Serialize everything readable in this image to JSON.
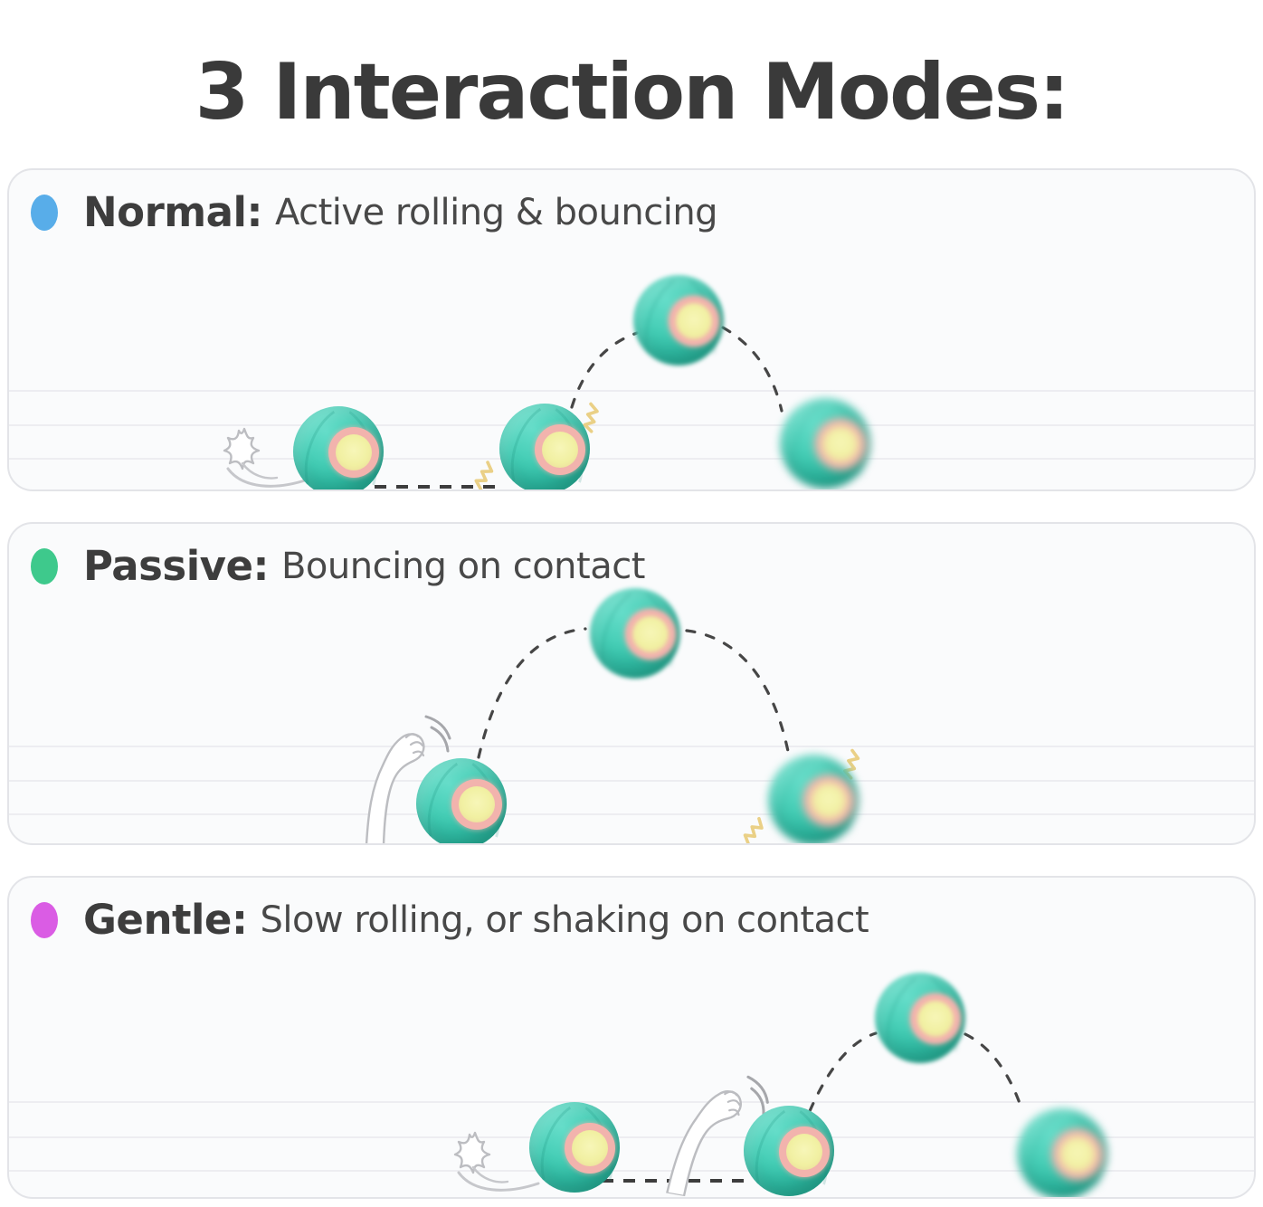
{
  "title": "3 Interaction Modes:",
  "modes": [
    {
      "id": "normal",
      "label": "Normal:",
      "description": "Active rolling & bouncing",
      "dot_color": "#58ade9"
    },
    {
      "id": "passive",
      "label": "Passive:",
      "description": "Bouncing on contact",
      "dot_color": "#3ec98c"
    },
    {
      "id": "gentle",
      "label": "Gentle:",
      "description": "Slow rolling, or shaking on contact",
      "dot_color": "#da5ce4"
    }
  ],
  "illustration": {
    "ball_shell_color": "#3cc9b1",
    "ball_lens_ring_color": "#f2b3ad",
    "ball_lens_center_color": "#f1f0a2",
    "trajectory_color": "#464646",
    "impact_zigzag_color": "#ead086",
    "icons": [
      "smart-ball",
      "bounce-trajectory",
      "cat-paw-icon",
      "motion-swoosh-icon",
      "impact-zigzag-icon"
    ]
  },
  "style": {
    "panel_background": "#fafbfc",
    "panel_border": "#e3e4e8",
    "title_color": "#3a3a3a"
  }
}
